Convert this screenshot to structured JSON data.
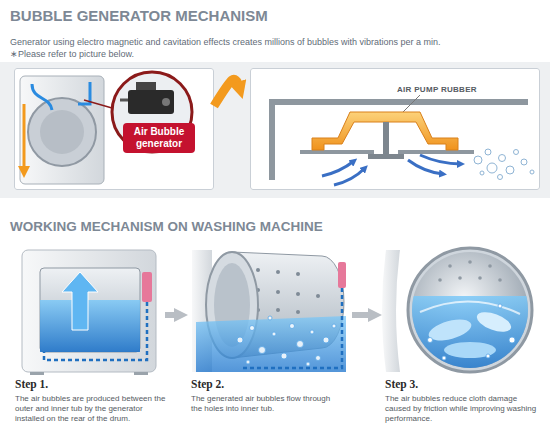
{
  "diagram": {
    "title": "BUBBLE GENERATOR MECHANISM",
    "nodes": [
      {
        "text": [
          "Air Bubble generator"
        ]
      },
      {
        "text": [
          "AIR PUMP RUBBER"
        ]
      },
      {
        "text": [
          "Step 1.",
          "The air bubbles are produced between the outer and inner tub by the generator installed on the rear of the drum."
        ]
      },
      {
        "text": [
          "Step 2.",
          "The generated air bubbles flow through the holes into inner tub."
        ]
      },
      {
        "text": [
          "Step 3.",
          "The air bubbles reduce cloth damage caused by friction while improving washing performance."
        ]
      }
    ],
    "edges": [
      {
        "from": 0,
        "to": 1,
        "arrow": "to"
      },
      {
        "from": 2,
        "to": 3,
        "arrow": "to"
      },
      {
        "from": 3,
        "to": 4,
        "arrow": "to"
      }
    ],
    "labels": [
      "Generator using electro magnetic and cavitation effects creates millions of bubbles with vibrations per a min.",
      "∗Please refer to picture below.",
      "WORKING MECHANISM ON WASHING MACHINE"
    ]
  }
}
